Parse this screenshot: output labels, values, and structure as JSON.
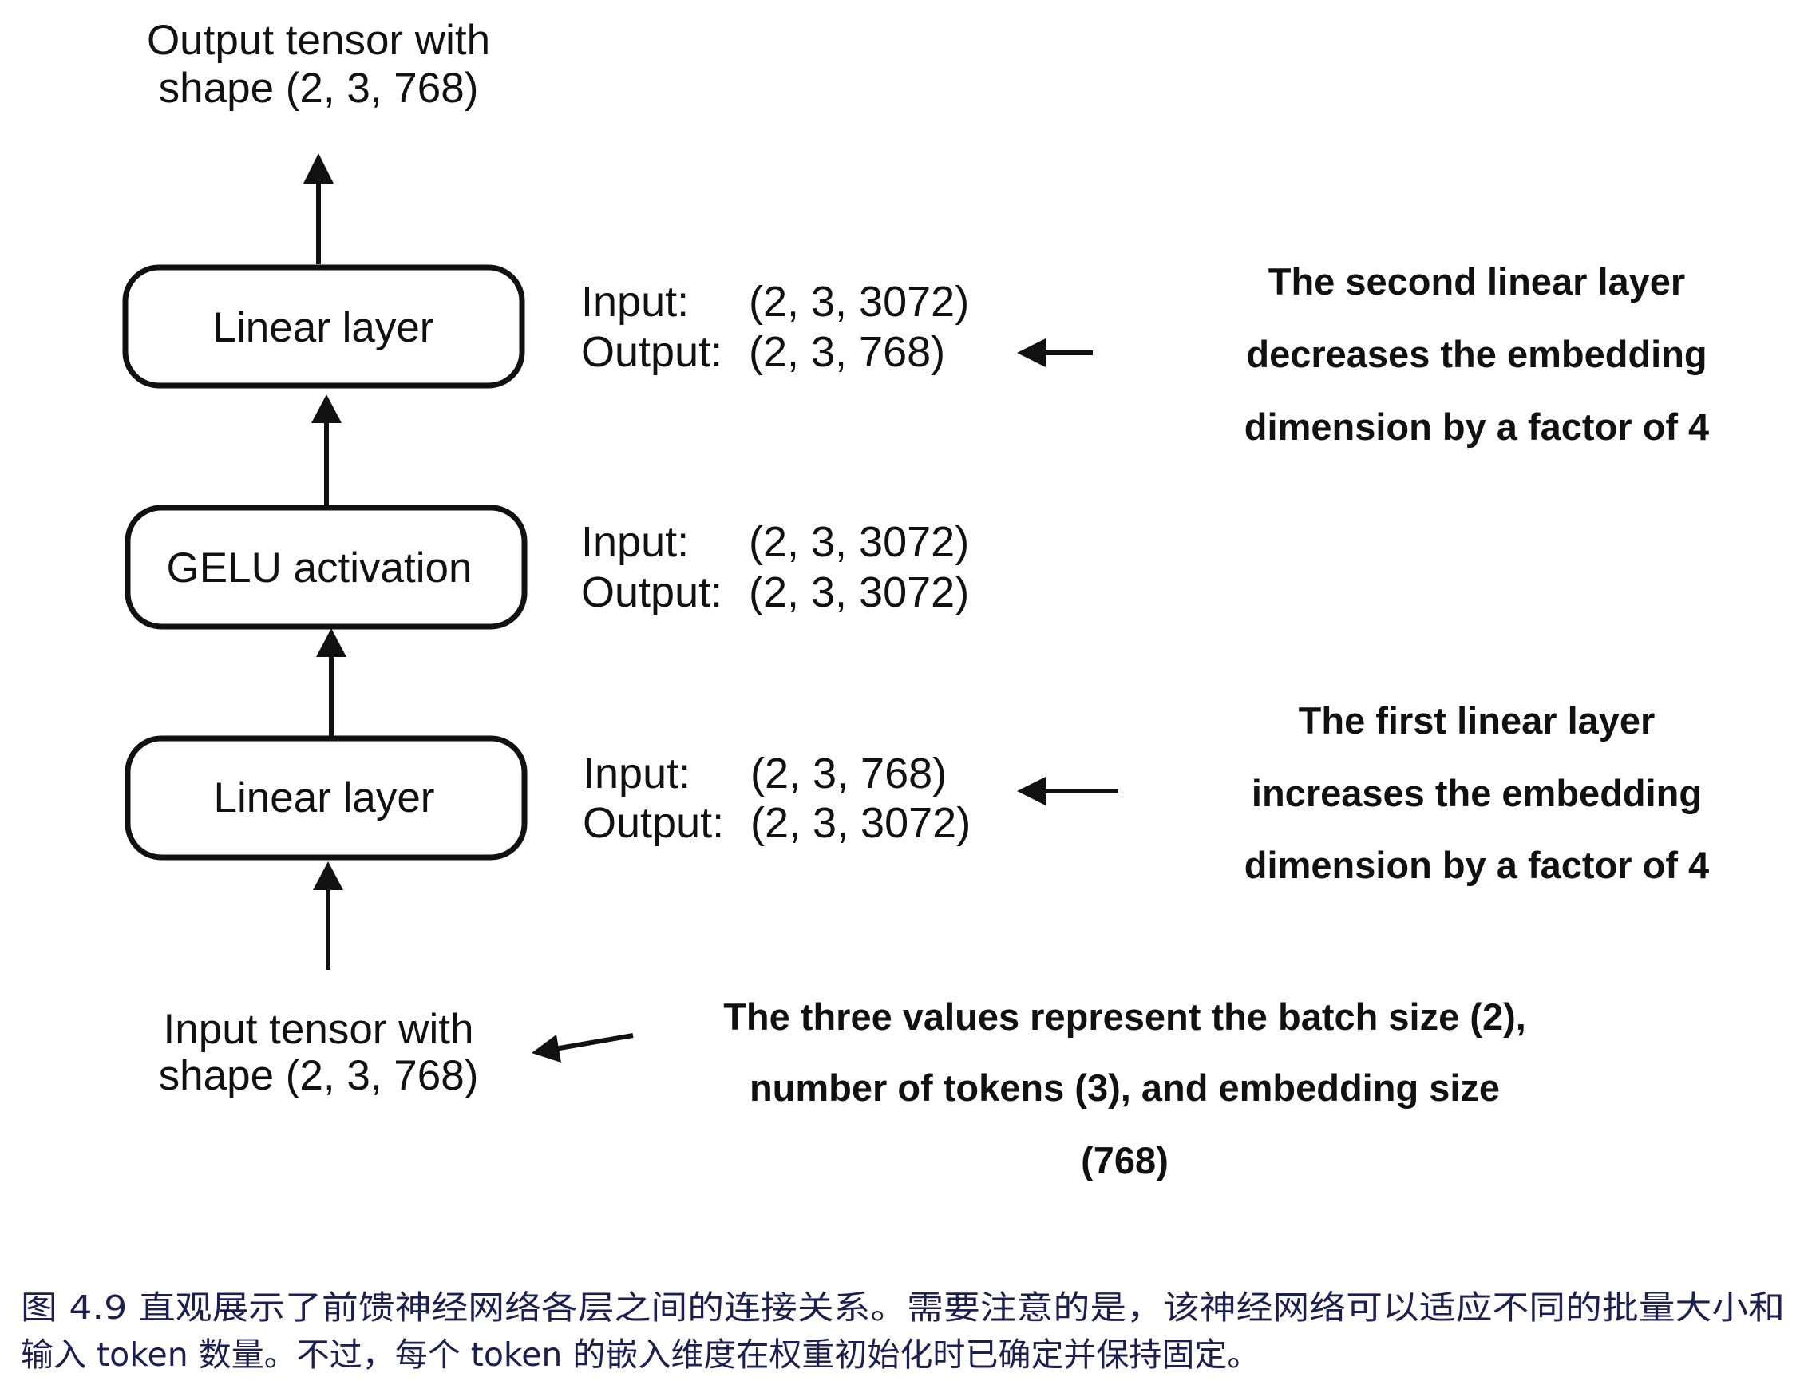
{
  "output_tensor": {
    "line1": "Output tensor with",
    "line2": "shape (2, 3, 768)"
  },
  "input_tensor": {
    "line1": "Input tensor with",
    "line2": "shape (2, 3, 768)"
  },
  "layers": [
    {
      "label": "Linear layer",
      "input_label": "Input:",
      "input_value": "(2, 3, 3072)",
      "output_label": "Output:",
      "output_value": "(2, 3, 768)"
    },
    {
      "label": "GELU activation",
      "input_label": "Input:",
      "input_value": "(2, 3, 3072)",
      "output_label": "Output:",
      "output_value": "(2, 3, 3072)"
    },
    {
      "label": "Linear layer",
      "input_label": "Input:",
      "input_value": "(2, 3, 768)",
      "output_label": "Output:",
      "output_value": "(2, 3, 3072)"
    }
  ],
  "annotations": {
    "second_linear": [
      "The second linear layer",
      "decreases the embedding",
      "dimension by a factor of 4"
    ],
    "first_linear": [
      "The first linear layer",
      "increases the embedding",
      "dimension by a factor of 4"
    ],
    "input_shape": [
      "The three values represent the batch size (2),",
      "number of tokens (3), and embedding size",
      "(768)"
    ]
  },
  "caption": {
    "line1": "图 4.9 直观展示了前馈神经网络各层之间的连接关系。需要注意的是，该神经网络可以适应不同的批量大小和",
    "line2": "输入 token 数量。不过，每个 token 的嵌入维度在权重初始化时已确定并保持固定。"
  },
  "colors": {
    "caption_text": "#1d1f4e",
    "diagram_ink": "#111111"
  }
}
